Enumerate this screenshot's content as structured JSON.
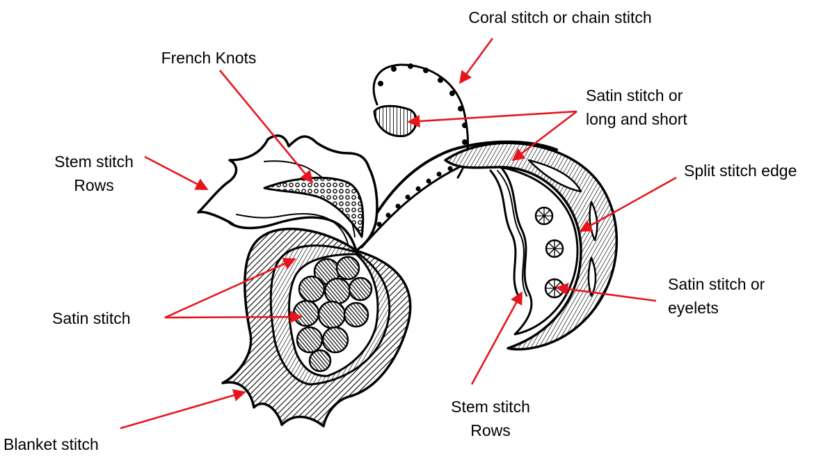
{
  "labels": {
    "coral": [
      "Coral stitch or chain stitch"
    ],
    "french": [
      "French Knots"
    ],
    "satin_long": [
      "Satin stitch or",
      "long and short"
    ],
    "stem_left": [
      "Stem stitch",
      "Rows"
    ],
    "split": [
      "Split stitch edge"
    ],
    "satin_eyelet": [
      "Satin stitch or",
      "eyelets"
    ],
    "satin": [
      "Satin stitch"
    ],
    "stem_bottom": [
      "Stem stitch",
      "Rows"
    ],
    "blanket": [
      "Blanket stitch"
    ]
  },
  "colors": {
    "arrow": "#e8141c",
    "ink": "#000000",
    "background": "#ffffff"
  }
}
